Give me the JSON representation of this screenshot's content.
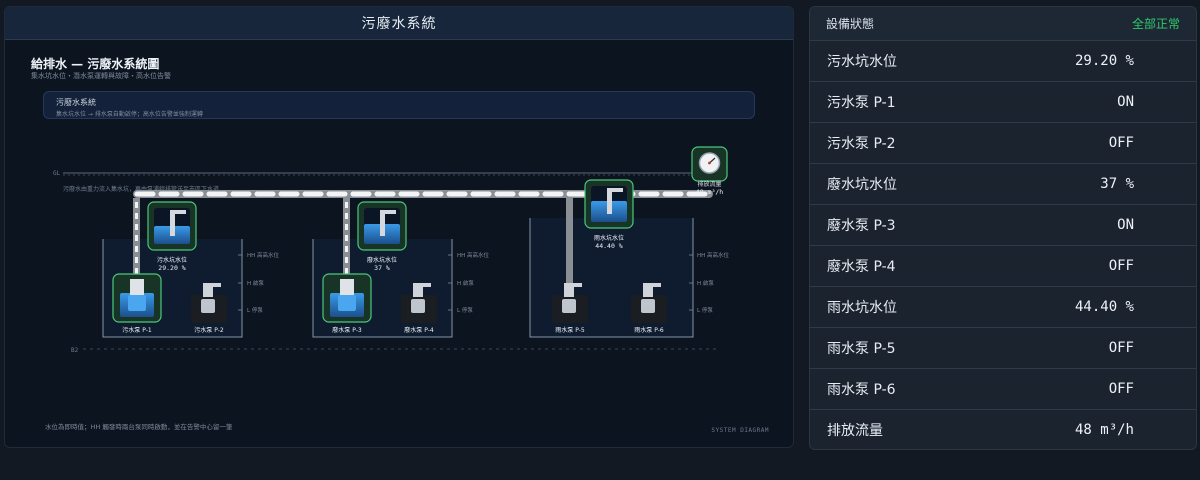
{
  "left_panel": {
    "header": "污廢水系統",
    "diagram_title": "給排水 — 污廢水系統圖",
    "diagram_subtitle": "集水坑水位・潛水泵運轉與故障・高水位告警",
    "info_box": {
      "title": "污廢水系統",
      "text": "集水坑水位 → 排水泵自動啟停；高水位告警並強制運轉"
    },
    "gl_label": "GL",
    "b2_label": "B2",
    "flow_note": "污廢水由重力流入集水坑，再由泵浦經排管送至市區下水道",
    "meter": {
      "label": "排放流量",
      "value": "48 m³/h"
    },
    "sewage": {
      "pit_label": "污水坑水位",
      "pit_value": "29.20 %",
      "pump1": "污水泵 P-1",
      "pump2": "污水泵 P-2"
    },
    "waste": {
      "pit_label": "廢水坑水位",
      "pit_value": "37 %",
      "pump1": "廢水泵 P-3",
      "pump2": "廢水泵 P-4"
    },
    "rain": {
      "pit_label": "雨水坑水位",
      "pit_value": "44.40 %",
      "pump1": "雨水泵 P-5",
      "pump2": "雨水泵 P-6"
    },
    "level_marks": {
      "hh": "HH 高高水位",
      "h": "H 啟泵",
      "l": "L 停泵"
    },
    "footnote": "水位為即時值；HH 觸發時兩台泵同時啟動，並在告警中心留一筆",
    "system_tag": "SYSTEM DIAGRAM"
  },
  "right_panel": {
    "title": "設備狀態",
    "status": "全部正常",
    "status_color": "#2fc96b",
    "rows": [
      {
        "label": "污水坑水位",
        "value": "29.20 %"
      },
      {
        "label": "污水泵 P-1",
        "value": "ON"
      },
      {
        "label": "污水泵 P-2",
        "value": "OFF"
      },
      {
        "label": "廢水坑水位",
        "value": "37 %"
      },
      {
        "label": "廢水泵 P-3",
        "value": "ON"
      },
      {
        "label": "廢水泵 P-4",
        "value": "OFF"
      },
      {
        "label": "雨水坑水位",
        "value": "44.40 %"
      },
      {
        "label": "雨水泵 P-5",
        "value": "OFF"
      },
      {
        "label": "雨水泵 P-6",
        "value": "OFF"
      },
      {
        "label": "排放流量",
        "value": "48 m³/h"
      }
    ]
  },
  "colors": {
    "accent_green": "#4cc87a",
    "water_blue": "#2f86d6",
    "pipe_gray": "#8a8f96"
  }
}
